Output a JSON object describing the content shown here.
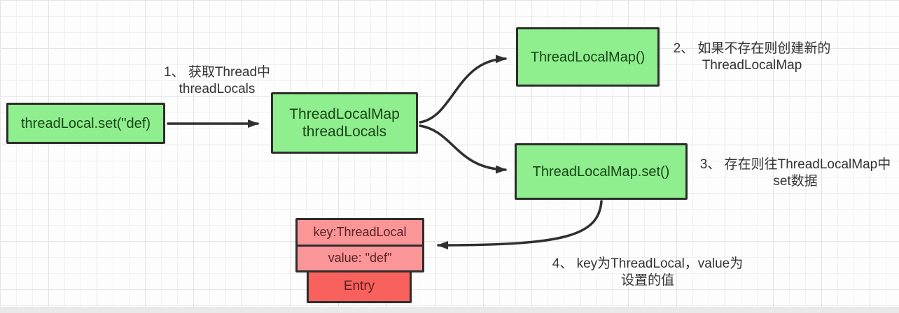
{
  "diagram": {
    "title_hint": "ThreadLocal set flow diagram",
    "boxes": {
      "threadlocal_set": {
        "label": "threadLocal.set(\"def)"
      },
      "threadlocals": {
        "line1": "ThreadLocalMap",
        "line2": "threadLocals"
      },
      "map_constructor": {
        "label": "ThreadLocalMap()"
      },
      "map_set": {
        "label": "ThreadLocalMap.set()"
      },
      "entry_key": {
        "label": "key:ThreadLocal"
      },
      "entry_value": {
        "label": "value: \"def\""
      },
      "entry": {
        "label": "Entry"
      }
    },
    "annotations": {
      "step1": {
        "line1": "1、 获取Thread中",
        "line2": "threadLocals"
      },
      "step2": {
        "line1": "2、 如果不存在则创建新的",
        "line2": "ThreadLocalMap"
      },
      "step3": {
        "line1": "3、 存在则往ThreadLocalMap中",
        "line2": "set数据"
      },
      "step4": {
        "line1": "4、 key为ThreadLocal，value为",
        "line2": "设置的值"
      }
    },
    "colors": {
      "box_green": "#8fee8d",
      "box_pink": "#fa9598",
      "box_red": "#f9625c",
      "border": "#2d2d2d",
      "green_text": "#174517",
      "red_text": "#5c2222",
      "annotation_text": "#333333",
      "arrow": "#2f2f2f",
      "grid_minor": "#f1f1f1",
      "grid_major": "#e4e4e4",
      "bottom_bar": "#e9e9e9"
    }
  }
}
